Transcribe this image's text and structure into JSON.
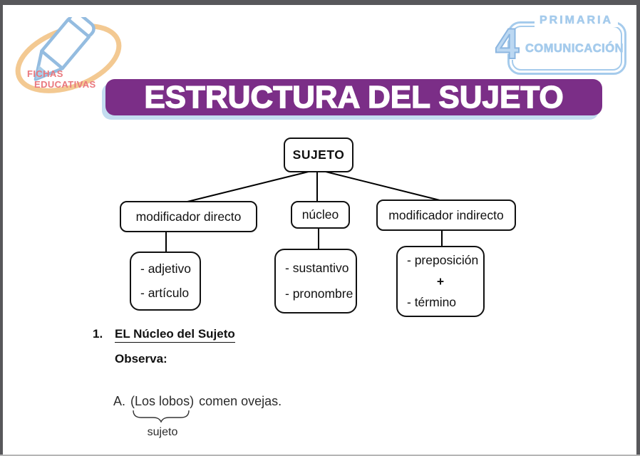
{
  "page": {
    "frame_color": "#58585b",
    "background": "#ffffff"
  },
  "brand": {
    "line1": "FICHAS",
    "line2": "EDUCATIVAS",
    "text_color": "#e9777d",
    "pencil_color": "#94bce0",
    "ellipse_color": "#f3c992"
  },
  "badge": {
    "top_label": "PRIMARIA",
    "grade": "4",
    "subject": "COMUNICACIÓN",
    "color": "#a5cbec"
  },
  "title": {
    "text": "ESTRUCTURA DEL SUJETO",
    "background": "#7b2e87",
    "foreground": "#ffffff",
    "shadow": "#c3dcf0"
  },
  "diagram": {
    "root": "SUJETO",
    "level2": [
      "modificador directo",
      "núcleo",
      "modificador indirecto"
    ],
    "level3": [
      [
        "- adjetivo",
        "- artículo"
      ],
      [
        "- sustantivo",
        "- pronombre"
      ],
      [
        "- preposición",
        "+",
        "- término"
      ]
    ]
  },
  "section": {
    "number": "1.",
    "heading": "EL Núcleo del Sujeto",
    "subheading": "Observa:",
    "example": {
      "label": "A.",
      "subject": "(Los lobos)",
      "rest": "comen ovejas.",
      "brace_label": "sujeto"
    }
  }
}
